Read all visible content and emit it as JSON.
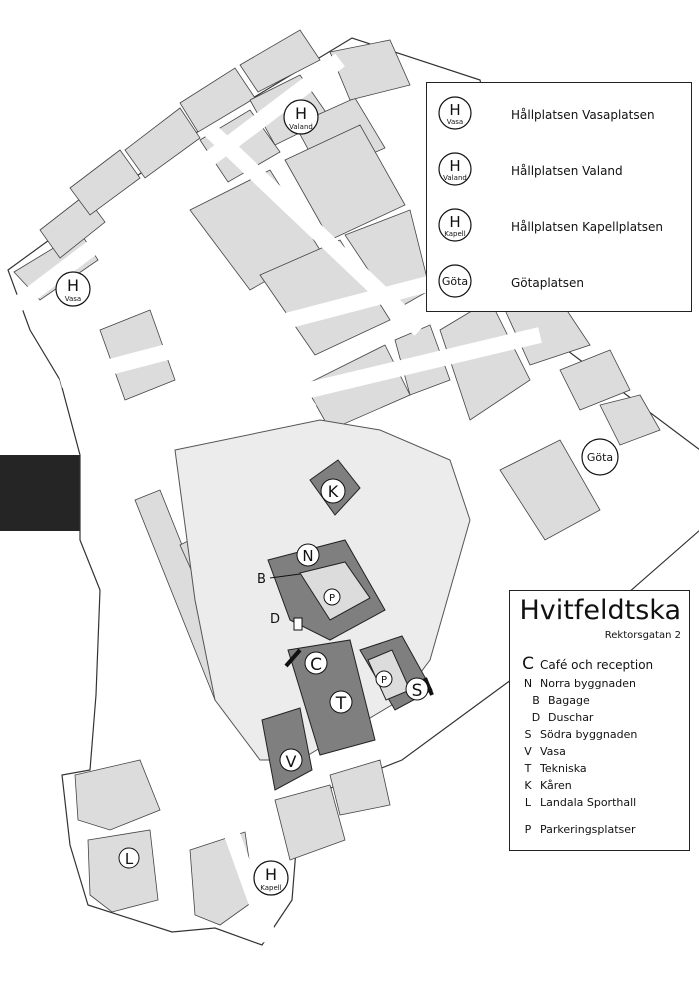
{
  "legend": {
    "items": [
      {
        "code": "H",
        "sub": "Vasa",
        "label": "Hållplatsen Vasaplatsen"
      },
      {
        "code": "H",
        "sub": "Valand",
        "label": "Hållplatsen Valand"
      },
      {
        "code": "H",
        "sub": "Kapell",
        "label": "Hållplatsen Kapellplatsen"
      },
      {
        "code": "Göta",
        "sub": "",
        "label": "Götaplatsen"
      }
    ]
  },
  "key": {
    "title": "Hvitfeldtska",
    "address": "Rektorsgatan 2",
    "items": [
      {
        "code": "C",
        "label": "Café och reception"
      },
      {
        "code": "N",
        "label": "Norra byggnaden"
      },
      {
        "code": "B",
        "label": "Bagage"
      },
      {
        "code": "D",
        "label": "Duschar"
      },
      {
        "code": "S",
        "label": "Södra byggnaden"
      },
      {
        "code": "V",
        "label": "Vasa"
      },
      {
        "code": "T",
        "label": "Tekniska"
      },
      {
        "code": "K",
        "label": "Kåren"
      },
      {
        "code": "L",
        "label": "Landala Sporthall"
      },
      {
        "code": "P",
        "label": "Parkeringsplatser"
      }
    ]
  },
  "map_markers": {
    "stops": [
      {
        "code": "H",
        "sub": "Valand"
      },
      {
        "code": "H",
        "sub": "Vasa"
      },
      {
        "code": "H",
        "sub": "Kapell"
      },
      {
        "code": "Göta",
        "sub": ""
      }
    ],
    "buildings": [
      "K",
      "N",
      "P",
      "C",
      "T",
      "P",
      "S",
      "V",
      "L"
    ],
    "pointers": [
      "B",
      "D"
    ]
  },
  "colors": {
    "band": "#252525",
    "block": "#dcdcdc",
    "street": "#ffffff",
    "campus": "#ececec",
    "building": "#7f7f7f",
    "outline": "#333333"
  }
}
